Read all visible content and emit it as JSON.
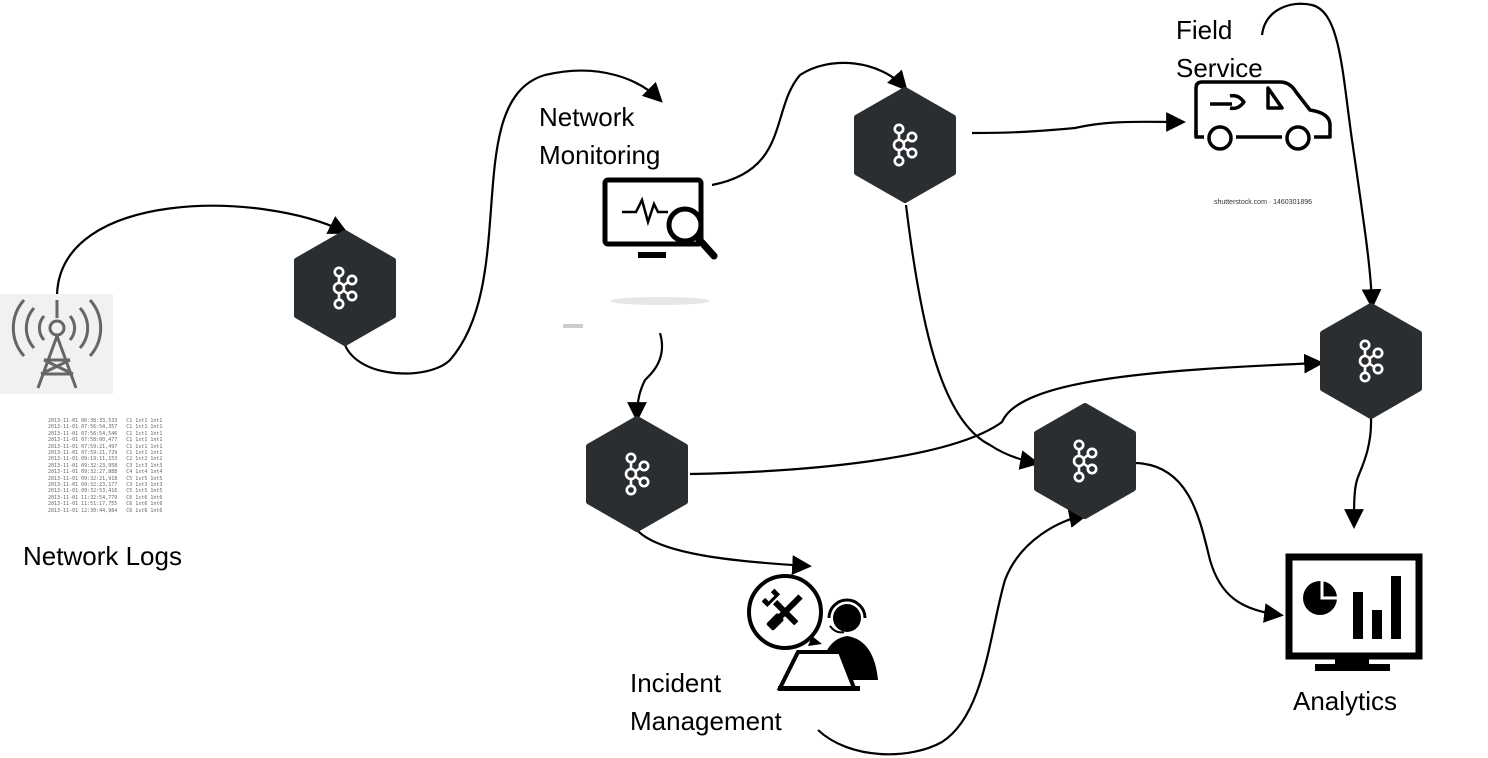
{
  "nodes": {
    "network_logs": {
      "label": "Network Logs",
      "icon": "cell-tower-icon"
    },
    "network_monitoring": {
      "label_line1": "Network",
      "label_line2": "Monitoring",
      "icon": "monitor-search-icon"
    },
    "field_service": {
      "label_line1": "Field",
      "label_line2": "Service",
      "icon": "service-van-icon"
    },
    "incident_management": {
      "label_line1": "Incident",
      "label_line2": "Management",
      "icon": "support-agent-icon"
    },
    "analytics": {
      "label": "Analytics",
      "icon": "analytics-dashboard-icon"
    }
  },
  "topic_icon": "kafka-topic-icon",
  "watermark": "shutterstock.com · 1460301896",
  "log_lines": [
    "2013-11-01 06:38:33,533   C1 1st1 1nt1",
    "2013-11-01 07:56:54,357   C1 1st1 1nt1",
    "2013-11-01 07:56:54,546   C1 1st1 1nt1",
    "2013-11-01 07:58:00,477   C1 1st1 1nt1",
    "2013-11-01 07:59:21,497   C1 1st1 1nt1",
    "2013-11-01 07:59:21,729   C1 1st1 1nt1",
    "2013-11-01 09:19:11,153   C2 1st2 1nt2",
    "2013-11-01 09:32:23,958   C3 1st3 1nt3",
    "2013-11-01 09:32:27,888   C4 1st4 1nt4",
    "2013-11-01 09:32:21,918   C5 1st5 1nt5",
    "2013-11-01 09:32:23,177   C3 1st3 1nt3",
    "2013-11-01 09:32:53,416   C5 1st5 1nt5",
    "2013-11-01 11:32:54,779   C6 1st6 1nt6",
    "2013-11-01 11:51:17,755   C6 1st6 1nt6",
    "2013-11-01 12:30:44,984   C6 1st6 1nt6"
  ],
  "colors": {
    "hexagon": "#2b2e31",
    "line": "#000000",
    "tower": "#666666",
    "icon": "#000000"
  }
}
